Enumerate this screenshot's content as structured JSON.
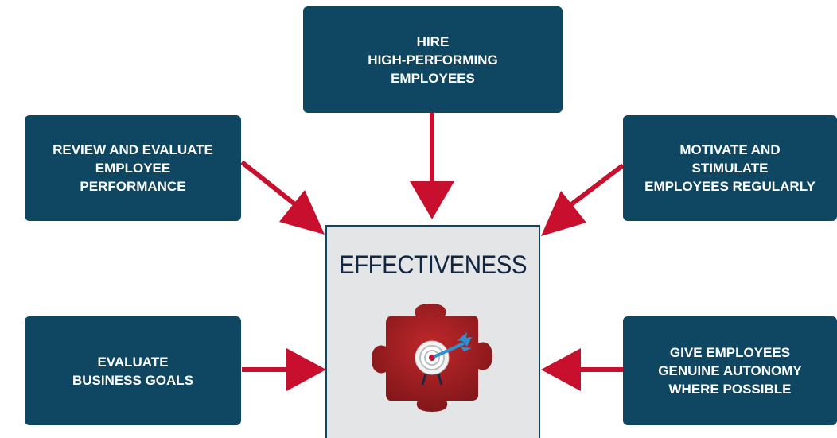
{
  "center": {
    "title": "EFFECTIVENESS"
  },
  "boxes": {
    "top": "HIRE\nHIGH-PERFORMING\nEMPLOYEES",
    "top_left": "REVIEW AND EVALUATE\nEMPLOYEE\nPERFORMANCE",
    "top_right": "MOTIVATE AND\nSTIMULATE\nEMPLOYEES REGULARLY",
    "bottom_left": "EVALUATE\nBUSINESS GOALS",
    "bottom_right": "GIVE EMPLOYEES\nGENUINE AUTONOMY\nWHERE POSSIBLE"
  },
  "colors": {
    "box": "#0f4763",
    "arrow": "#c8102e",
    "center_bg": "#e4e5e7",
    "puzzle": "#a01e22",
    "dart": "#2f8fd0"
  },
  "icons": [
    "puzzle-piece-icon",
    "target-icon",
    "dart-icon"
  ]
}
